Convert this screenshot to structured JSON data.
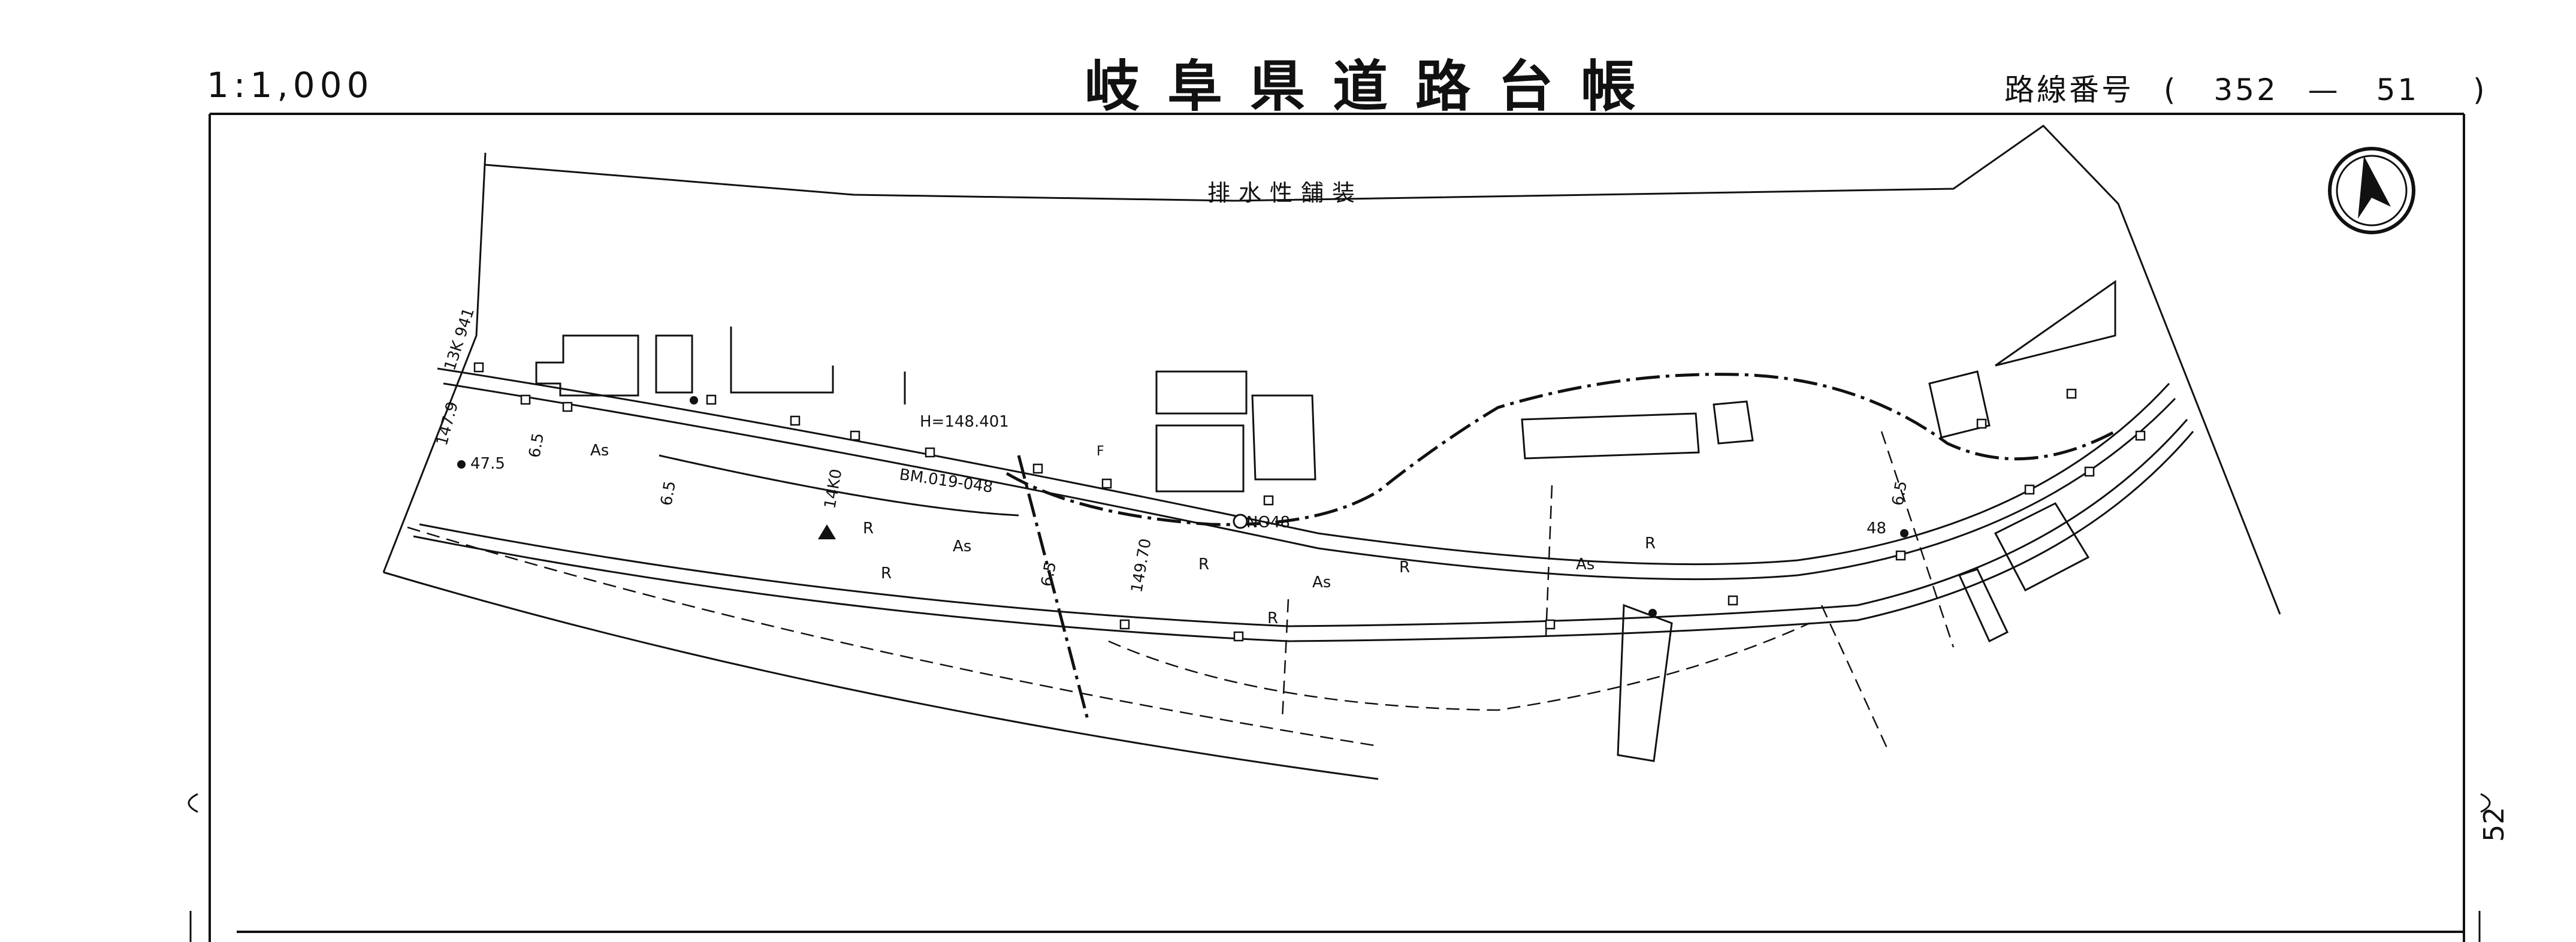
{
  "header": {
    "scale": "1:1,000",
    "title": "岐阜県道路台帳",
    "route_prefix": "路線番号",
    "route_open": "(",
    "route_a": "352",
    "route_dash": "—",
    "route_b": "51",
    "route_close": ")"
  },
  "map": {
    "pavement_note": "排水性舗装",
    "labels": {
      "elev": "H=148.401",
      "bm": "BM.019-048",
      "no48": "NO48",
      "station_147": "147.9",
      "station_47": "47.5",
      "station_48": "48",
      "station_149": "149.70",
      "dim_65a": "6.5",
      "dim_65b": "6.5",
      "dim_65c": "6.5",
      "dim_65d": "6.5",
      "km": "13K 941",
      "km2": "14K0",
      "f": "F",
      "as1": "As",
      "as2": "As",
      "as3": "As",
      "as4": "As",
      "r1": "R",
      "r2": "R",
      "r3": "R",
      "r4": "R",
      "r5": "R",
      "r6": "R"
    }
  },
  "footer": {
    "page_number": "52"
  }
}
